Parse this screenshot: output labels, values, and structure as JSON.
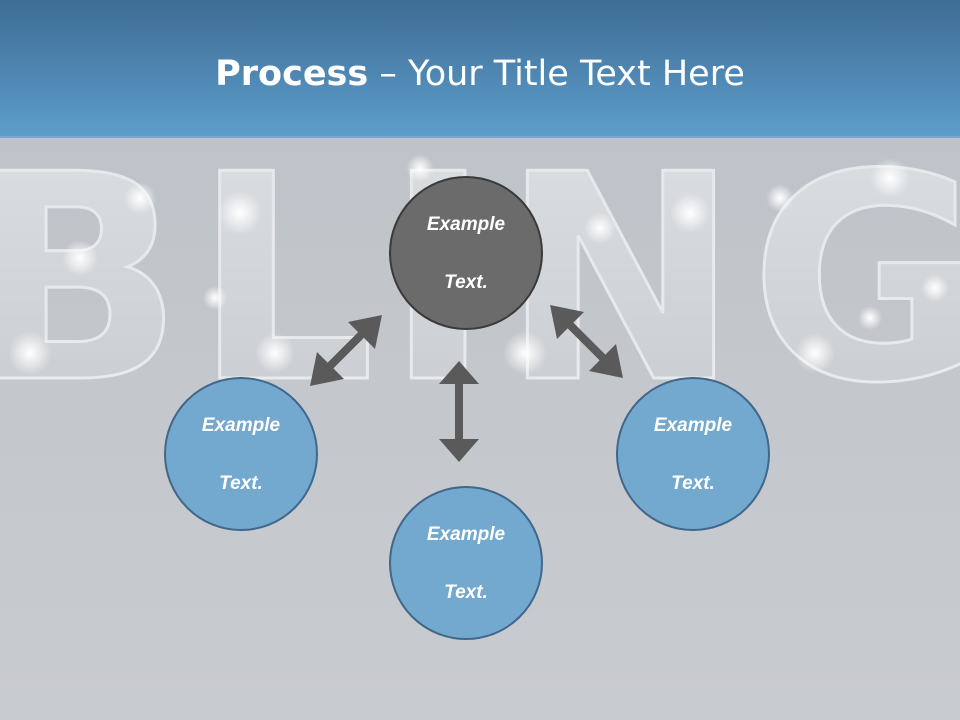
{
  "slide": {
    "title_bold": "Process",
    "title_rest": " – Your Title Text Here"
  },
  "background": {
    "decorative_word": "BLING"
  },
  "nodes": {
    "center": {
      "line1": "Example",
      "line2": "Text."
    },
    "left": {
      "line1": "Example",
      "line2": "Text."
    },
    "bottom": {
      "line1": "Example",
      "line2": "Text."
    },
    "right": {
      "line1": "Example",
      "line2": "Text."
    }
  },
  "colors": {
    "header": "#4f87b3",
    "center_node": "#6b6b6b",
    "outer_node": "#74a9cf",
    "arrow": "#5a5a5a"
  }
}
